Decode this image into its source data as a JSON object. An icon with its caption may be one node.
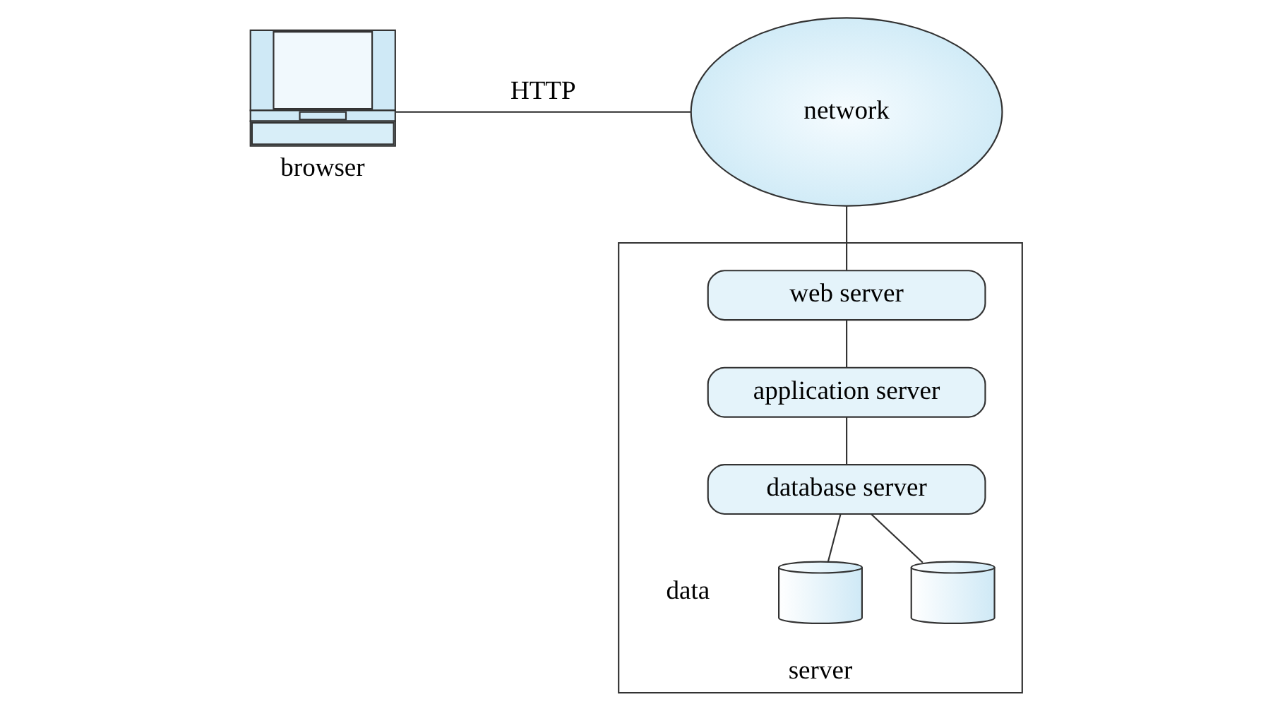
{
  "diagram": {
    "nodes": [
      {
        "text": [],
        "shape": "computer",
        "beside": [
          "browser"
        ]
      },
      {
        "text": [
          "network"
        ]
      },
      {
        "text": [
          "server"
        ]
      },
      {
        "text": [
          "web server"
        ],
        "in": 2
      },
      {
        "text": [
          "application server"
        ],
        "in": 2
      },
      {
        "text": [
          "database server"
        ],
        "in": 2
      },
      {
        "text": [],
        "shape": "cylinder",
        "in": 2
      },
      {
        "text": [],
        "shape": "cylinder",
        "in": 2
      }
    ],
    "edges": [
      {
        "from": 0,
        "to": 1,
        "arrow": "none",
        "label": "HTTP"
      },
      {
        "from": 1,
        "to": 3,
        "arrow": "none"
      },
      {
        "from": 3,
        "to": 4,
        "arrow": "none"
      },
      {
        "from": 4,
        "to": 5,
        "arrow": "none"
      },
      {
        "from": 5,
        "to": 6,
        "arrow": "none"
      },
      {
        "from": 5,
        "to": 7,
        "arrow": "none"
      }
    ],
    "labels": [
      "data"
    ]
  }
}
